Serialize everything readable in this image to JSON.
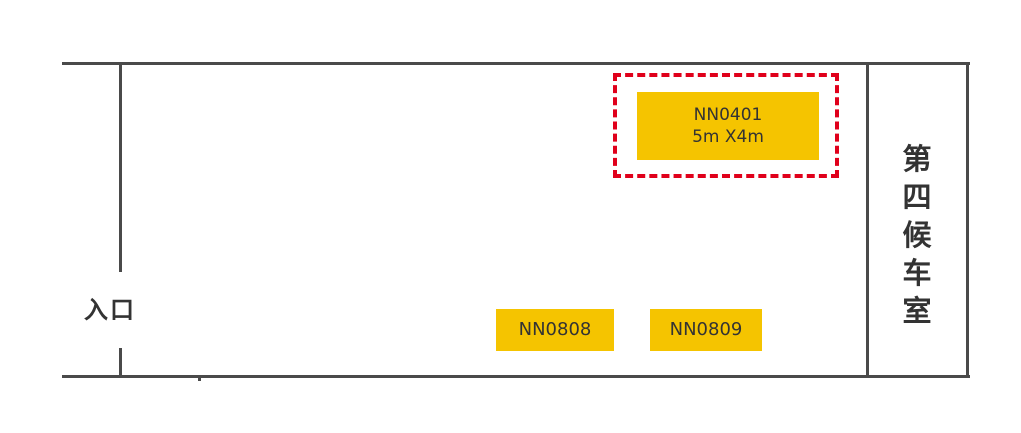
{
  "entrance": {
    "label": "入口"
  },
  "waiting_room": {
    "chars": [
      "第",
      "四",
      "候",
      "车",
      "室"
    ]
  },
  "booths": [
    {
      "code": "NN0401",
      "size": "5m X4m",
      "highlighted": true
    },
    {
      "code": "NN0808"
    },
    {
      "code": "NN0809"
    }
  ],
  "colors": {
    "booth_fill": "#f5c400",
    "highlight_border": "#e0001b",
    "wall": "#4a4a4a",
    "text": "#333333"
  }
}
